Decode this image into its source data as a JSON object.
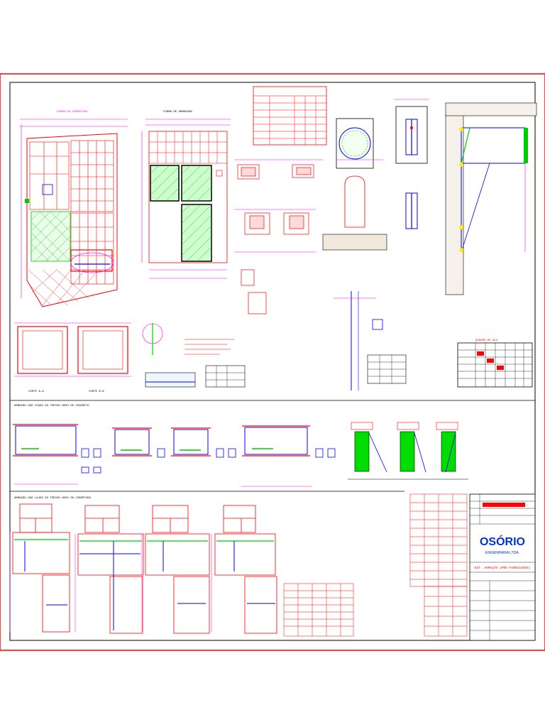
{
  "colors": {
    "border": "#ff0000",
    "frame": "#000000",
    "dim": "#ff00ff",
    "hatch": "#00cc00",
    "beam": "#ff0000",
    "rebar": "#0000ff",
    "accent": "#00ffff"
  },
  "titles": {
    "plan_left": "FORMA DA COBERTURA",
    "plan_right": "FORMA DE ARMADURA",
    "section_a": "CORTE A-A",
    "section_b": "CORTE B-B",
    "detail_steel": "QUADRO DE AÇO",
    "beams_row": "ARMAÇÃO DAS VIGAS DO TRECHO NOVO DE CONCRETO",
    "slabs_row": "ARMAÇÃO DAS LAJES DO TRECHO NOVO DA COBERTURA",
    "company_logo": "OSÓRIO",
    "company_sub": "ENGENHARIA LTDA.",
    "sheet_title": "EST. ARMAÇÃO (PRÉ-FABRICADOS)"
  }
}
